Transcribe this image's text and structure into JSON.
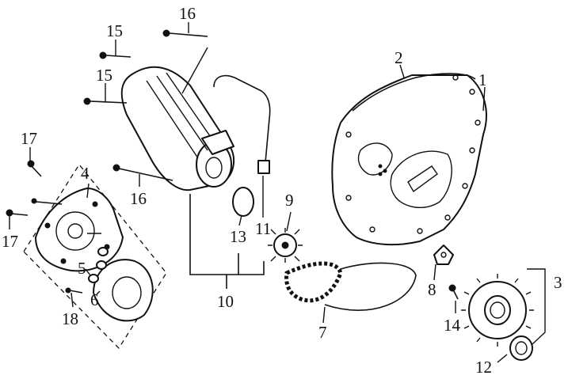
{
  "callouts": {
    "n1": "1",
    "n2": "2",
    "n3": "3",
    "n4": "4",
    "n5": "5",
    "n6": "6",
    "n7": "7",
    "n8": "8",
    "n9": "9",
    "n10": "10",
    "n11": "11",
    "n12": "12",
    "n13": "13",
    "n14": "14",
    "n15a": "15",
    "n15b": "15",
    "n16a": "16",
    "n16b": "16",
    "n17a": "17",
    "n17b": "17",
    "n18": "18"
  }
}
